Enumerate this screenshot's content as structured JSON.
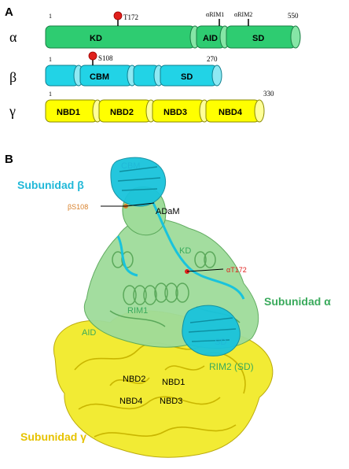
{
  "panel_a": {
    "label": "A",
    "alpha": {
      "greek": "α",
      "start": "1",
      "end": "550",
      "domains": [
        "KD",
        "AID",
        "SD"
      ],
      "site": "T172",
      "rim1": "αRIM1",
      "rim2": "αRIM2",
      "color": "#2ecc71"
    },
    "beta": {
      "greek": "β",
      "start": "1",
      "end": "270",
      "domains": [
        "CBM",
        "SD"
      ],
      "site": "S108",
      "color": "#22d3e6"
    },
    "gamma": {
      "greek": "γ",
      "start": "1",
      "end": "330",
      "domains": [
        "NBD1",
        "NBD2",
        "NBD3",
        "NBD4"
      ],
      "color": "#ffff00"
    }
  },
  "panel_b": {
    "label": "B",
    "subunit_beta": "Subunidad β",
    "subunit_alpha": "Subunidad α",
    "subunit_gamma": "Subunidad γ",
    "labels": {
      "cbm": "CBM",
      "bs108": "βS108",
      "adam": "ADaM",
      "kd": "KD",
      "at172": "αT172",
      "rim1": "RIM1",
      "aid": "AID",
      "sd": "SD",
      "rim2": "RIM2 (SD)",
      "nbd2": "NBD2",
      "nbd1": "NBD1",
      "nbd4": "NBD4",
      "nbd3": "NBD3"
    },
    "colors": {
      "alpha": "#9fdc9a",
      "beta": "#19c3dc",
      "gamma": "#f2ea2a",
      "alpha_text": "#3aaa5c",
      "beta_text": "#20b8d8",
      "gamma_text": "#e6c200",
      "site_red": "#e0201c",
      "site_orange": "#d8802a"
    }
  }
}
